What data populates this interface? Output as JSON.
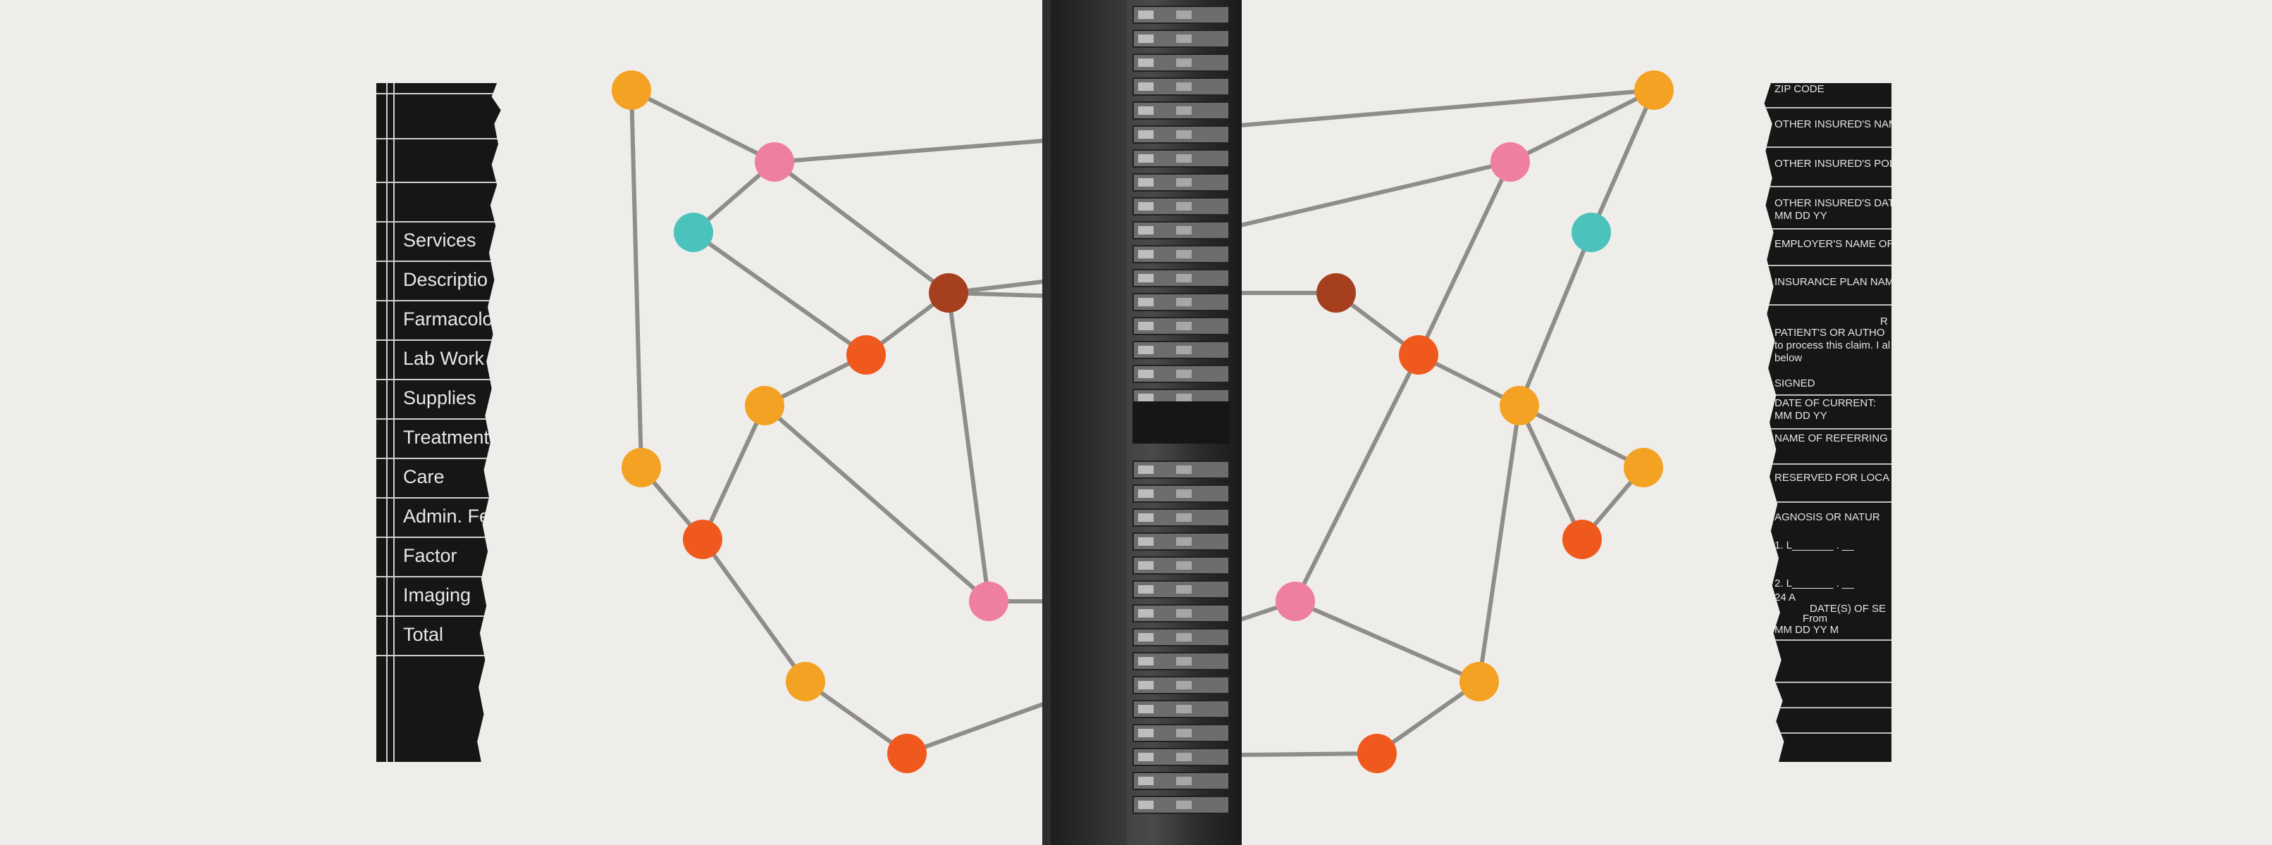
{
  "colors": {
    "background": "#efedea",
    "orange": "#f4a223",
    "red_orange": "#f0591e",
    "pink": "#ef7f9e",
    "teal": "#4cc2bd",
    "brown": "#a53f1e",
    "edge": "#8f8d8a"
  },
  "left_form": {
    "rows": [
      "Services",
      "Descriptio",
      "Farmacolo",
      "Lab Work",
      "Supplies",
      "Treatment",
      "Care",
      "Admin. Fe",
      "Factor",
      "Imaging",
      "Total"
    ]
  },
  "right_form": {
    "lines": [
      "ZIP CODE",
      "OTHER INSURED'S NAM",
      "OTHER INSURED'S POL",
      "OTHER INSURED'S DAT",
      "MM    DD    YY",
      "EMPLOYER'S NAME OR",
      "INSURANCE PLAN NAM",
      "R",
      "PATIENT'S OR AUTHO",
      "to process this claim. I al",
      "below",
      "SIGNED",
      "DATE OF CURRENT:",
      "MM    DD    YY",
      "NAME OF REFERRING",
      "RESERVED FOR LOCA",
      "AGNOSIS OR NATUR",
      "1.  L_______ . __",
      "2.  L_______ . __",
      "24   A",
      "DATE(S) OF SE",
      "From",
      "MM    DD    YY    M"
    ]
  },
  "network": {
    "icon": "network-graph"
  }
}
